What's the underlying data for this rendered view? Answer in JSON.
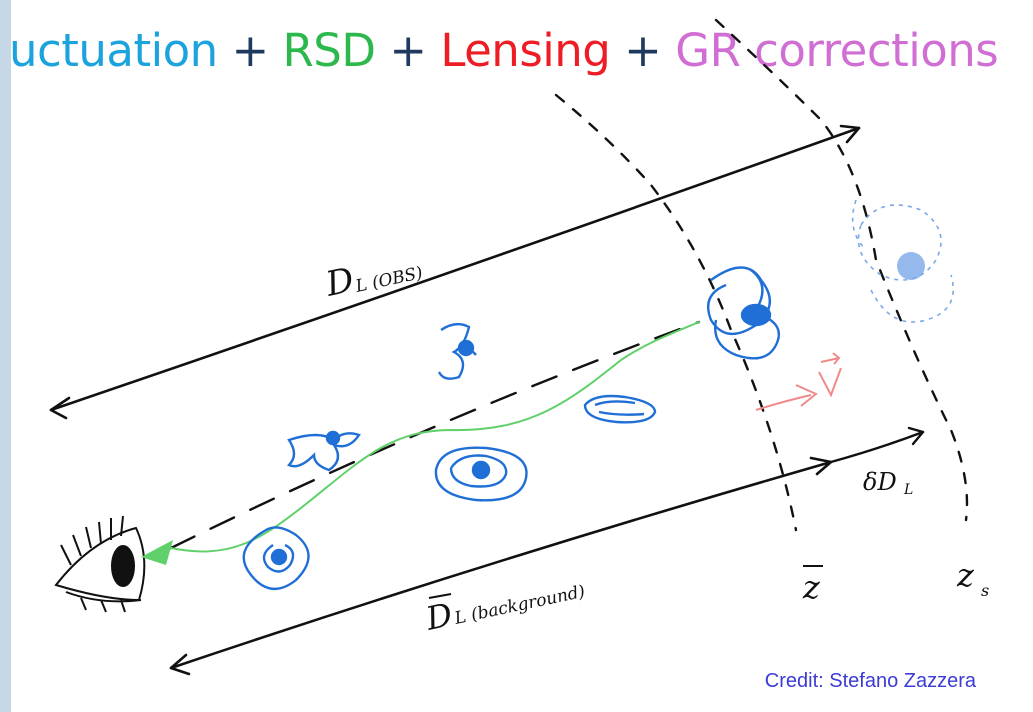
{
  "colors": {
    "left_band": "#c6d7e6",
    "fluctuation": "#1aa3dc",
    "rsd": "#2db84d",
    "lensing": "#ee1c24",
    "gr": "#d06ed3",
    "plus": "#1f3a5f",
    "ink": "#111111",
    "galaxy": "#1f6fd6",
    "galaxy_far": "#7aa8e8",
    "photon": "#5fd06a",
    "velocity": "#f08a8a",
    "credit": "#3b3bd6"
  },
  "title": {
    "fluctuation": "uctuation",
    "plus1": " + ",
    "rsd": "RSD",
    "plus2": " + ",
    "lensing": "Lensing",
    "plus3": " + ",
    "gr": "GR corrections"
  },
  "labels": {
    "dl_obs": "D",
    "dl_obs_sub": "L (OBS)",
    "dl_bg": "D",
    "dl_bg_sub": "L (background)",
    "delta_dl": "δD",
    "delta_dl_sub": "L",
    "velocity": "v⃗",
    "z_bar": "z",
    "z_s": "z",
    "z_s_sub": "s"
  },
  "credit": "Credit: Stefano Zazzera",
  "icons": [
    "eye-icon",
    "galaxy-icon",
    "arrow-icon"
  ]
}
